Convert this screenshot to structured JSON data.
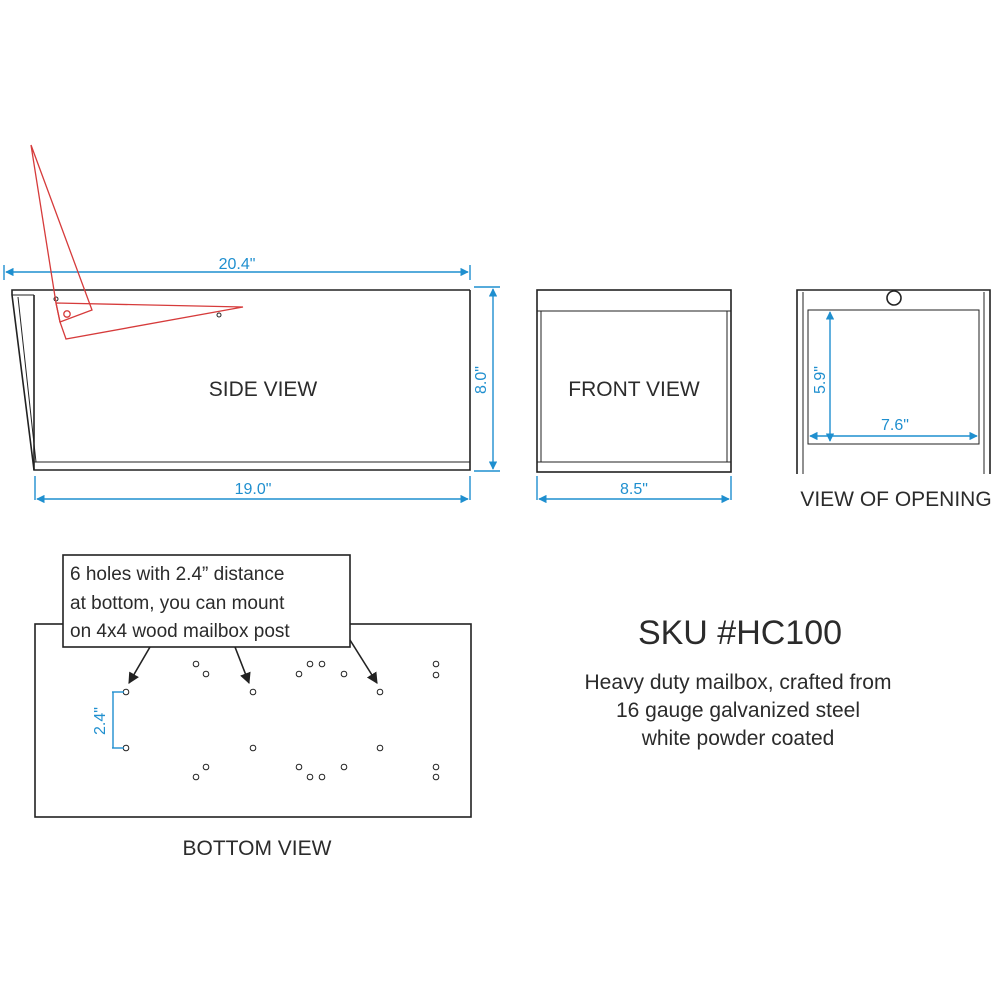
{
  "side_view": {
    "label": "SIDE VIEW",
    "top_length": "20.4\"",
    "bottom_length": "19.0\"",
    "height": "8.0\""
  },
  "front_view": {
    "label": "FRONT VIEW",
    "width": "8.5\""
  },
  "opening_view": {
    "label": "VIEW OF OPENING",
    "height": "5.9\"",
    "width": "7.6\""
  },
  "bottom_view": {
    "label": "BOTTOM VIEW",
    "hole_spacing": "2.4\"",
    "note_lines": [
      "6 holes with 2.4” distance",
      "at bottom, you can mount",
      "on 4x4 wood mailbox post"
    ]
  },
  "product": {
    "sku": "SKU #HC100",
    "description_lines": [
      "Heavy duty mailbox, crafted from",
      "16 gauge galvanized steel",
      "white powder coated"
    ]
  },
  "colors": {
    "dimension": "#1f8fcf",
    "flag": "#d63b3b",
    "outline": "#222222"
  }
}
